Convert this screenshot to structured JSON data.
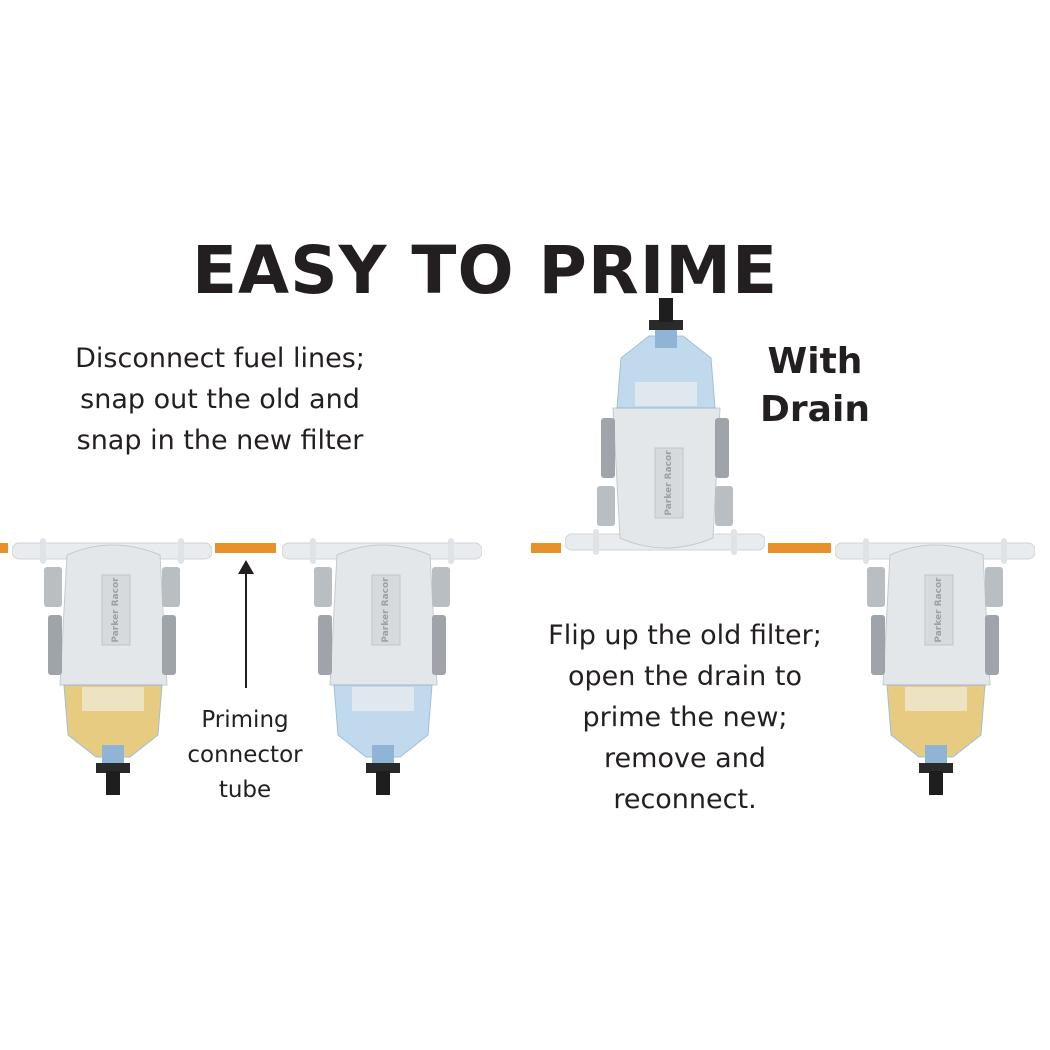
{
  "title": "EASY TO PRIME",
  "caption_left": "Disconnect fuel lines;\nsnap out the old and\nsnap in the new filter",
  "caption_right": "Flip up the old filter;\nopen the drain to\nprime the new;\nremove and\nreconnect.",
  "with_drain_label": "With\nDrain",
  "priming_label": "Priming\nconnector\ntube",
  "filter_brand": "Parker Racor",
  "colors": {
    "accent_orange": "#e8902a",
    "text": "#231f20",
    "fuel_amber": "#e3c36a",
    "clear_blue": "#b7d3ea"
  }
}
